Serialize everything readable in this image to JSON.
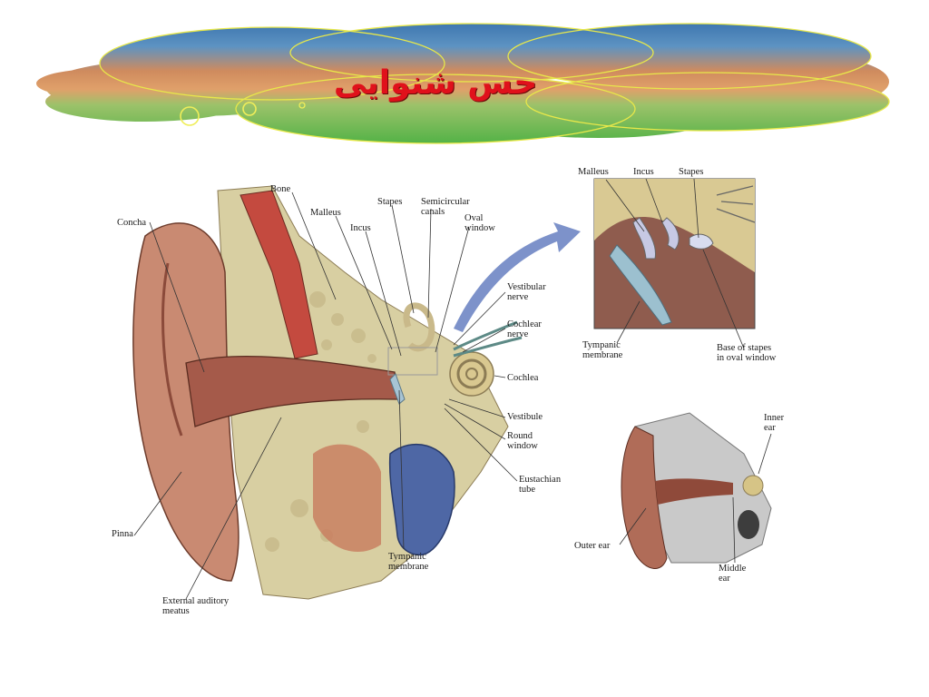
{
  "slide": {
    "title": "حس شنوایی"
  },
  "main_labels": {
    "concha": "Concha",
    "bone": "Bone",
    "malleus": "Malleus",
    "incus": "Incus",
    "stapes": "Stapes",
    "semicircular_canals": "Semicircular\ncanals",
    "oval_window": "Oval\nwindow",
    "vestibular_nerve": "Vestibular\nnerve",
    "cochlear_nerve": "Cochlear\nnerve",
    "cochlea": "Cochlea",
    "vestibule": "Vestibule",
    "round_window": "Round\nwindow",
    "eustachian_tube": "Eustachian\ntube",
    "tympanic_membrane": "Tympanic\nmembrane",
    "pinna": "Pinna",
    "external_auditory_meatus": "External auditory\nmeatus"
  },
  "inset_labels": {
    "malleus": "Malleus",
    "incus": "Incus",
    "stapes": "Stapes",
    "tympanic_membrane": "Tympanic\nmembrane",
    "base_of_stapes": "Base of stapes\nin oval window"
  },
  "small_labels": {
    "inner_ear": "Inner\near",
    "outer_ear": "Outer ear",
    "middle_ear": "Middle\near"
  },
  "colors": {
    "title": "#e0111b",
    "sky": "#2f6fb0",
    "sand": "#d98a56",
    "grass": "#58b84a",
    "skin": "#c98a72",
    "canal": "#a55a4a",
    "bone": "#d8cfa2",
    "arrow": "#6f86c4"
  }
}
